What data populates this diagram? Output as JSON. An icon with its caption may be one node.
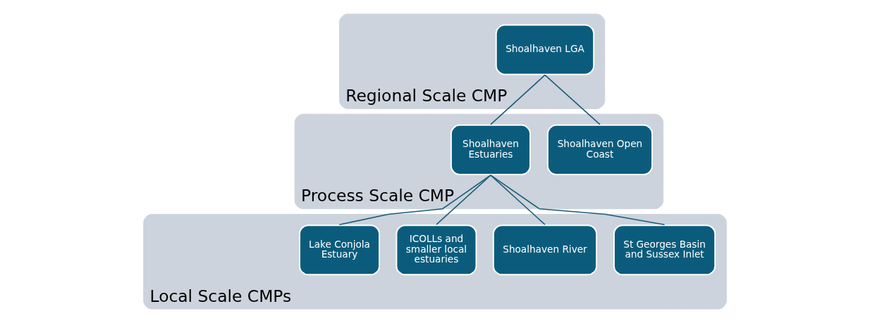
{
  "diagram": {
    "nodes": [
      {
        "text": [
          "Regional Scale CMP"
        ]
      },
      {
        "text": [
          "Shoalhaven LGA"
        ],
        "in": 0
      },
      {
        "text": [
          "Process Scale CMP"
        ]
      },
      {
        "text": [
          "Shoalhaven Estuaries"
        ],
        "in": 2
      },
      {
        "text": [
          "Shoalhaven Open Coast"
        ],
        "in": 2
      },
      {
        "text": [
          "Local Scale CMPs"
        ]
      },
      {
        "text": [
          "Lake Conjola Estuary"
        ],
        "in": 5
      },
      {
        "text": [
          "ICOLLs and smaller local estuaries"
        ],
        "in": 5
      },
      {
        "text": [
          "Shoalhaven River"
        ],
        "in": 5
      },
      {
        "text": [
          "St Georges Basin and Sussex Inlet"
        ],
        "in": 5
      }
    ],
    "edges": [
      {
        "from": 1,
        "to": 3,
        "arrow": "none"
      },
      {
        "from": 1,
        "to": 4,
        "arrow": "none"
      },
      {
        "from": 3,
        "to": 6,
        "arrow": "none"
      },
      {
        "from": 3,
        "to": 7,
        "arrow": "none"
      },
      {
        "from": 3,
        "to": 8,
        "arrow": "none"
      },
      {
        "from": 3,
        "to": 9,
        "arrow": "none"
      }
    ]
  }
}
